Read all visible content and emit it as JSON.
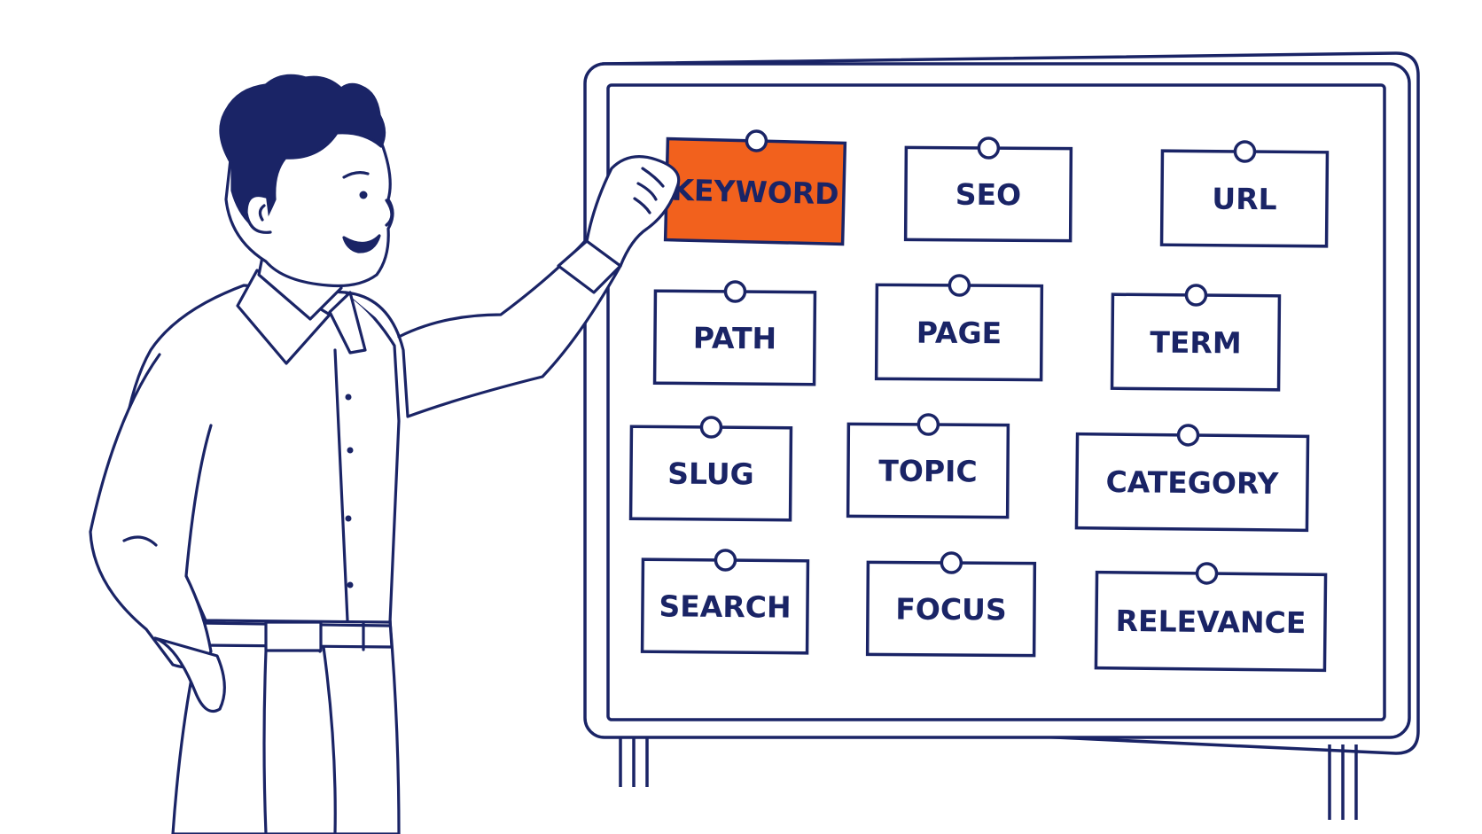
{
  "colors": {
    "ink": "#1a2466",
    "highlight": "#f2611d",
    "background": "#ffffff"
  },
  "cards": [
    {
      "label": "KEYWORD",
      "highlighted": true
    },
    {
      "label": "SEO",
      "highlighted": false
    },
    {
      "label": "URL",
      "highlighted": false
    },
    {
      "label": "PATH",
      "highlighted": false
    },
    {
      "label": "PAGE",
      "highlighted": false
    },
    {
      "label": "TERM",
      "highlighted": false
    },
    {
      "label": "SLUG",
      "highlighted": false
    },
    {
      "label": "TOPIC",
      "highlighted": false
    },
    {
      "label": "CATEGORY",
      "highlighted": false
    },
    {
      "label": "SEARCH",
      "highlighted": false
    },
    {
      "label": "FOCUS",
      "highlighted": false
    },
    {
      "label": "RELEVANCE",
      "highlighted": false
    }
  ]
}
